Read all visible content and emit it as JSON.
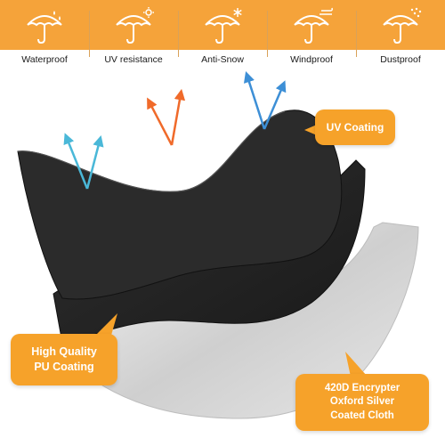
{
  "features": [
    {
      "label": "Waterproof",
      "icon": "umbrella-rain-icon"
    },
    {
      "label": "UV resistance",
      "icon": "umbrella-sun-icon"
    },
    {
      "label": "Anti-Snow",
      "icon": "umbrella-snow-icon"
    },
    {
      "label": "Windproof",
      "icon": "umbrella-wind-icon"
    },
    {
      "label": "Dustproof",
      "icon": "umbrella-dust-icon"
    }
  ],
  "callouts": {
    "uv": "UV Coating",
    "pu": "High Quality\nPU Coating",
    "oxford": "420D Encrypter\nOxford Silver\nCoated Cloth"
  },
  "colors": {
    "accent": "#f6a22a",
    "top_bar": "#f5a33a",
    "layer_top": "#2a2a2a",
    "layer_middle": "#1f1f1f",
    "layer_bottom": "#d8d8d8",
    "arrow_blue": "#3d8fd6",
    "arrow_cyan": "#4ab8d8",
    "arrow_orange": "#f06a2a"
  }
}
